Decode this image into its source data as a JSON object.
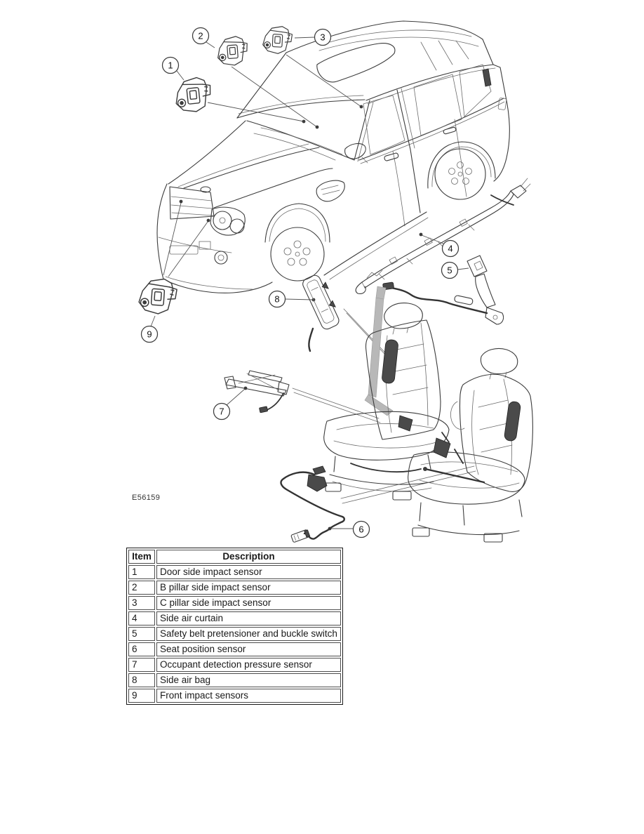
{
  "figure": {
    "code": "E56159",
    "callouts": [
      "1",
      "2",
      "3",
      "4",
      "5",
      "6",
      "7",
      "8",
      "9"
    ]
  },
  "table": {
    "headers": [
      "Item",
      "Description"
    ],
    "rows": [
      [
        "1",
        "Door side impact sensor"
      ],
      [
        "2",
        "B pillar side impact sensor"
      ],
      [
        "3",
        "C pillar side impact sensor"
      ],
      [
        "4",
        "Side air curtain"
      ],
      [
        "5",
        "Safety belt pretensioner and buckle switch"
      ],
      [
        "6",
        "Seat position sensor"
      ],
      [
        "7",
        "Occupant detection pressure sensor"
      ],
      [
        "8",
        "Side air bag"
      ],
      [
        "9",
        "Front impact sensors"
      ]
    ]
  },
  "colors": {
    "line": "#3c3c3c",
    "dark_fill": "#4a4a4a",
    "belt_gray": "#b8b8b8",
    "background": "#ffffff"
  }
}
